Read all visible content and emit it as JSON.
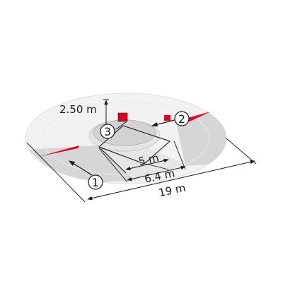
{
  "diagram": {
    "dimensions": {
      "height": "2.50 m",
      "inner_width": "5 m",
      "middle_width": "6.4 m",
      "outer_width": "19 m"
    },
    "callouts": [
      "1",
      "2",
      "3"
    ],
    "colors": {
      "outer_ring": "#f2f2f2",
      "outer_ring_edge": "#e6e6e6",
      "shaded_band": "#d9d9d9",
      "accent_red": "#e3001b",
      "line": "#1a1a1a",
      "inner_platform": "#cfcfcf"
    }
  }
}
